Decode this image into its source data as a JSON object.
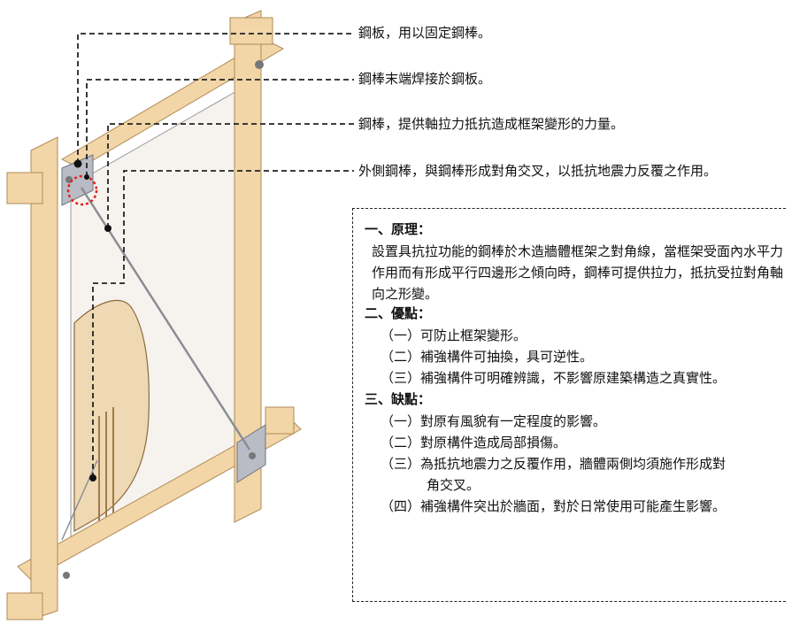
{
  "callouts": [
    "鋼板，用以固定鋼棒。",
    "鋼棒末端焊接於鋼板。",
    "鋼棒，提供軸拉力抵抗造成框架變形的力量。",
    "外側鋼棒，與鋼棒形成對角交叉，以抵抗地震力反覆之作用。"
  ],
  "notes": {
    "principle": {
      "title": "一、原理：",
      "text": "設置具抗拉功能的鋼棒於木造牆體框架之對角線，當框架受面內水平力作用而有形成平行四邊形之傾向時，鋼棒可提供拉力，抵抗受拉對角軸向之形變。"
    },
    "advantages": {
      "title": "二、優點：",
      "items": [
        "（一）可防止框架變形。",
        "（二）補強構件可抽換，具可逆性。",
        "（三）補強構件可明確辨識，不影響原建築構造之真實性。"
      ]
    },
    "disadvantages": {
      "title": "三、缺點：",
      "items": [
        "（一）對原有風貌有一定程度的影響。",
        "（二）對原構件造成局部損傷。",
        "（三）為抵抗地震力之反覆作用，牆體兩側均須施作形成對",
        "角交叉。",
        "（四）補強構件突出於牆面，對於日常使用可能產生影響。"
      ]
    }
  },
  "colors": {
    "wood": "#f2d6a8",
    "wood_edge": "#b08a55",
    "steel": "#b9bcc4",
    "highlight": "#e02020"
  }
}
